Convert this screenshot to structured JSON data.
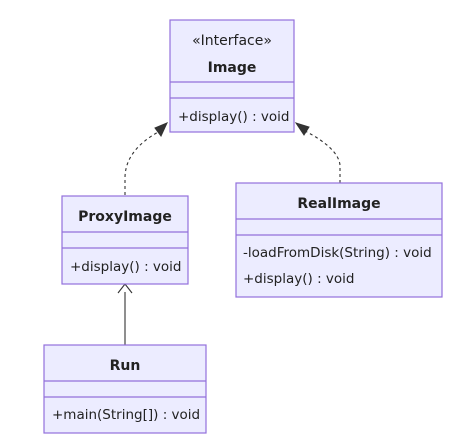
{
  "classes": {
    "image": {
      "stereotype": "«Interface»",
      "name": "Image",
      "methods": [
        "+display() : void"
      ]
    },
    "proxy_image": {
      "name": "ProxyImage",
      "methods": [
        "+display() : void"
      ]
    },
    "real_image": {
      "name": "RealImage",
      "methods": [
        "-loadFromDisk(String) : void",
        "+display() : void"
      ]
    },
    "run": {
      "name": "Run",
      "methods": [
        "+main(String[]) : void"
      ]
    }
  },
  "colors": {
    "class_fill": "#ECECFF",
    "class_border": "#9370DB",
    "relation_line": "#333333"
  }
}
